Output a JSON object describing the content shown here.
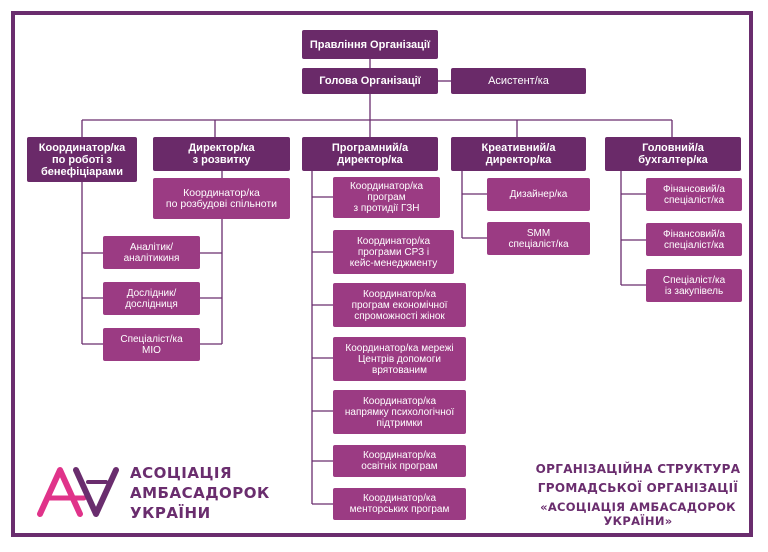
{
  "colors": {
    "frame": "#6a2d6e",
    "dark_box": "#6a2a69",
    "light_box": "#9b3b83",
    "logo_pink": "#e0338a"
  },
  "top": {
    "board": "Правління Організації",
    "head": "Голова Організації",
    "assistant": "Асистент/ка"
  },
  "columns": {
    "coordinator": "Координатор/ка\nпо роботі з\nбенефіціарами",
    "development_director": "Директор/ка\nз розвитку",
    "program_director": "Програмний/а\nдиректор/ка",
    "creative_director": "Креативний/а\nдиректор/ка",
    "chief_accountant": "Головний/а\nбухгалтер/ка"
  },
  "development": {
    "community_coordinator": "Координатор/ка\nпо розбудові спільноти",
    "analyst": "Аналітик/\nаналітикиня",
    "researcher": "Дослідник/\nдослідниця",
    "mio_specialist": "Спеціаліст/ка\nМІО"
  },
  "programs": [
    "Координатор/ка\nпрограм\nз протидії ГЗН",
    "Координатор/ка\nпрограми СРЗ і\nкейс-менеджменту",
    "Координатор/ка\nпрограм економічної\nспроможності жінок",
    "Координатор/ка мережі\nЦентрів допомоги\nврятованим",
    "Координатор/ка\nнапрямку психологічної\nпідтримки",
    "Координатор/ка\nосвітніх програм",
    "Координатор/ка\nменторських програм"
  ],
  "creative": [
    "Дизайнер/ка",
    "SMM\nспеціаліст/ка"
  ],
  "accounting": [
    "Фінансовий/а\nспеціаліст/ка",
    "Фінансовий/а\nспеціаліст/ка",
    "Спеціаліст/ка\nіз закупівель"
  ],
  "logo": {
    "line1": "АСОЦІАЦІЯ",
    "line2": "АМБАСАДОРОК",
    "line3": "УКРАЇНИ"
  },
  "caption": {
    "line1": "ОРГАНІЗАЦІЙНА СТРУКТУРА",
    "line2": "ГРОМАДСЬКОЇ ОРГАНІЗАЦІЇ",
    "line3": "«АСОЦІАЦІЯ АМБАСАДОРОК УКРАЇНИ»"
  }
}
